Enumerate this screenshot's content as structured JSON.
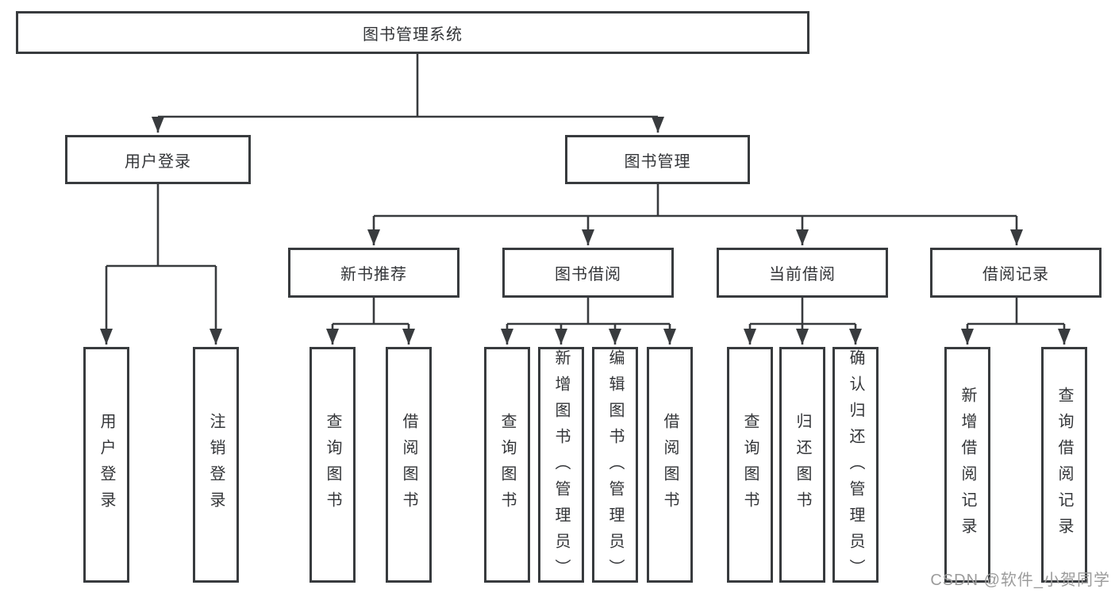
{
  "diagram": {
    "root": "图书管理系统",
    "level2": {
      "user_login": "用户登录",
      "book_management": "图书管理"
    },
    "level3": {
      "new_book_recommend": "新书推荐",
      "book_borrow": "图书借阅",
      "current_borrow": "当前借阅",
      "borrow_records": "借阅记录"
    },
    "leaves": {
      "user_login": [
        "用户登录",
        "注销登录"
      ],
      "new_book_recommend": [
        "查询图书",
        "借阅图书"
      ],
      "book_borrow": [
        "查询图书",
        "新增图书（管理员）",
        "编辑图书（管理员）",
        "借阅图书"
      ],
      "current_borrow": [
        "查询图书",
        "归还图书",
        "确认归还（管理员）"
      ],
      "borrow_records": [
        "新增借阅记录",
        "查询借阅记录"
      ]
    }
  },
  "watermark": {
    "text": "CSDN @软件_小贺同学",
    "color": "#9c9c9c"
  },
  "colors": {
    "line": "#383b3e",
    "box_border": "#383b3e",
    "text": "#333538",
    "background": "#ffffff"
  }
}
